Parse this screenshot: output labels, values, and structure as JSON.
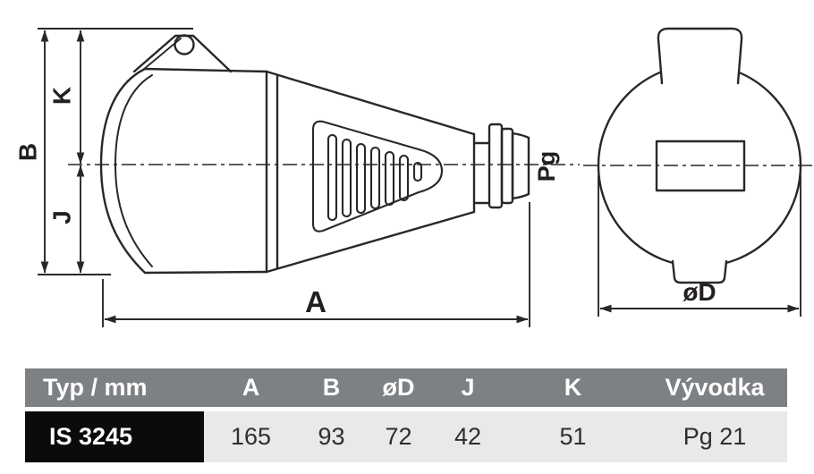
{
  "drawing": {
    "dim_b": "B",
    "dim_k": "K",
    "dim_j": "J",
    "dim_a": "A",
    "dim_pg": "Pg",
    "dim_od": "øD"
  },
  "table": {
    "headers": [
      "Typ / mm",
      "A",
      "B",
      "øD",
      "J",
      "K",
      "Vývodka"
    ],
    "row": [
      "IS 3245",
      "165",
      "93",
      "72",
      "42",
      "51",
      "Pg 21"
    ],
    "colors": {
      "header_bg": "#7e8184",
      "header_text": "#ffffff",
      "type_bg": "#0b0b0c",
      "type_text": "#ffffff",
      "cell_bg": "#e8e9ea",
      "cell_text": "#2e2e30",
      "line_color": "#29272a"
    }
  }
}
